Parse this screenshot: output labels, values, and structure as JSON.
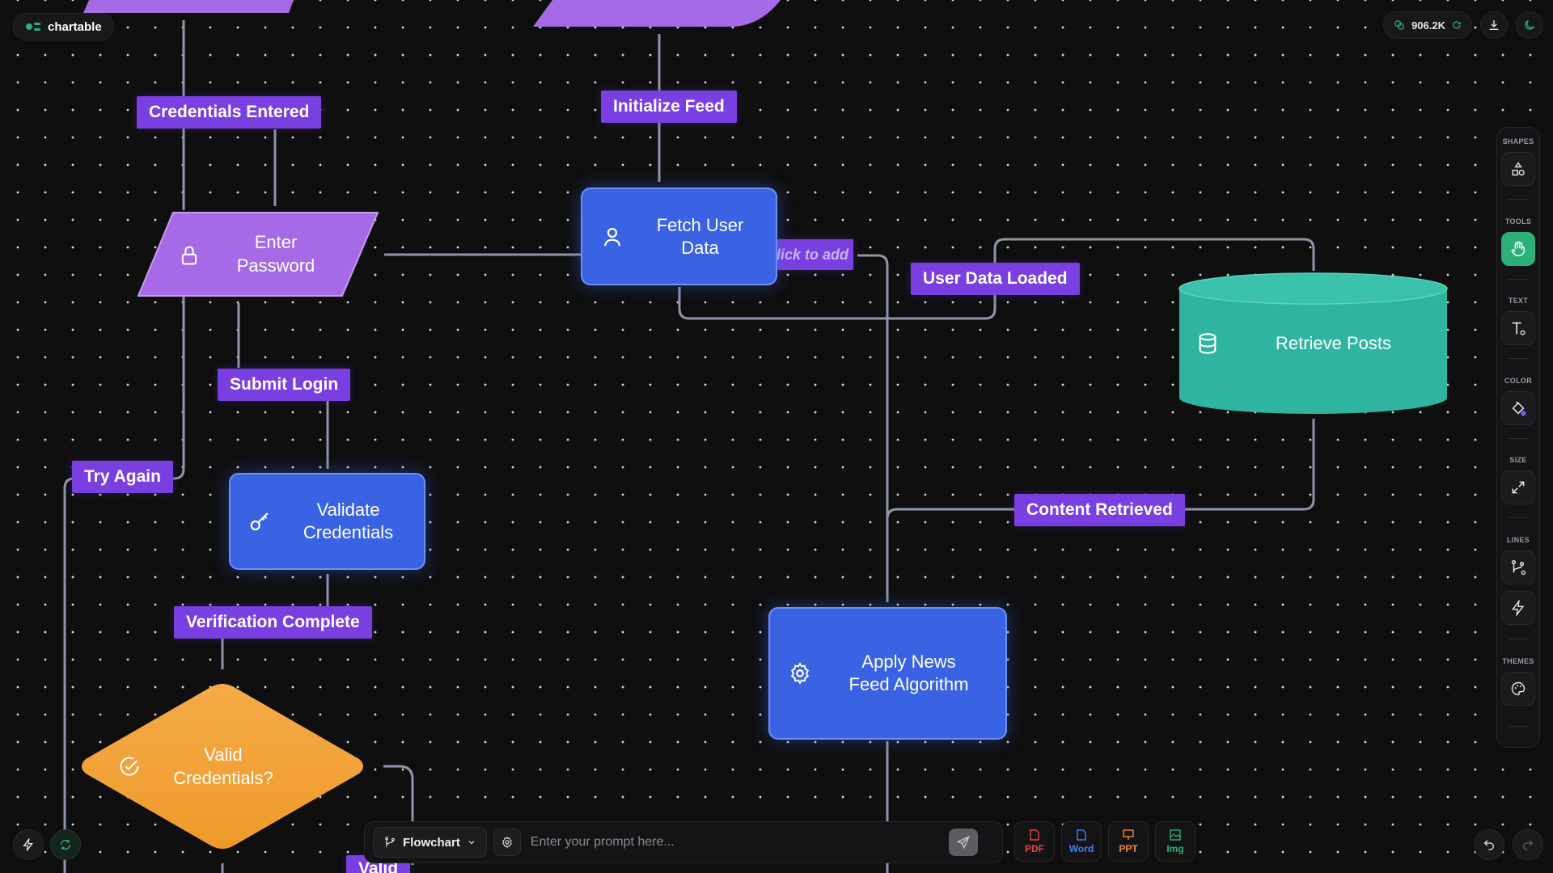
{
  "app": {
    "brand": "chartable"
  },
  "header": {
    "token_count": "906.2K"
  },
  "toolbar": {
    "shapes": "SHAPES",
    "tools": "TOOLS",
    "text": "TEXT",
    "color": "COLOR",
    "size": "SIZE",
    "lines": "LINES",
    "themes": "THEMES"
  },
  "prompt": {
    "mode": "Flowchart",
    "placeholder": "Enter your prompt here..."
  },
  "exports": {
    "pdf": "PDF",
    "word": "Word",
    "ppt": "PPT",
    "img": "Img"
  },
  "colors": {
    "process": "#3a63e4",
    "io": "#a66ae6",
    "label": "#7a3fe0",
    "decision": "#f2a036",
    "database": "#2fb59f",
    "accent": "#2bb07a"
  },
  "diagram": {
    "nodes": {
      "enter_password": {
        "text": "Enter Password",
        "line1": "Enter",
        "line2": "Password",
        "icon": "lock-icon"
      },
      "fetch_user_data": {
        "text": "Fetch User Data",
        "line1": "Fetch User",
        "line2": "Data",
        "icon": "user-icon"
      },
      "retrieve_posts": {
        "text": "Retrieve Posts",
        "icon": "database-icon"
      },
      "validate_credentials": {
        "text": "Validate Credentials",
        "line1": "Validate",
        "line2": "Credentials",
        "icon": "key-icon"
      },
      "valid_credentials": {
        "text": "Valid Credentials?",
        "line1": "Valid",
        "line2": "Credentials?",
        "icon": "check-circle-icon"
      },
      "apply_algorithm": {
        "text": "Apply News Feed Algorithm",
        "line1": "Apply News",
        "line2": "Feed Algorithm",
        "icon": "gear-icon"
      }
    },
    "edge_labels": {
      "credentials_entered": "Credentials Entered",
      "initialize_feed": "Initialize Feed",
      "click_to_add": "lick to add",
      "user_data_loaded": "User Data Loaded",
      "submit_login": "Submit Login",
      "try_again": "Try Again",
      "content_retrieved": "Content Retrieved",
      "verification_complete": "Verification Complete",
      "valid": "Valid"
    }
  }
}
